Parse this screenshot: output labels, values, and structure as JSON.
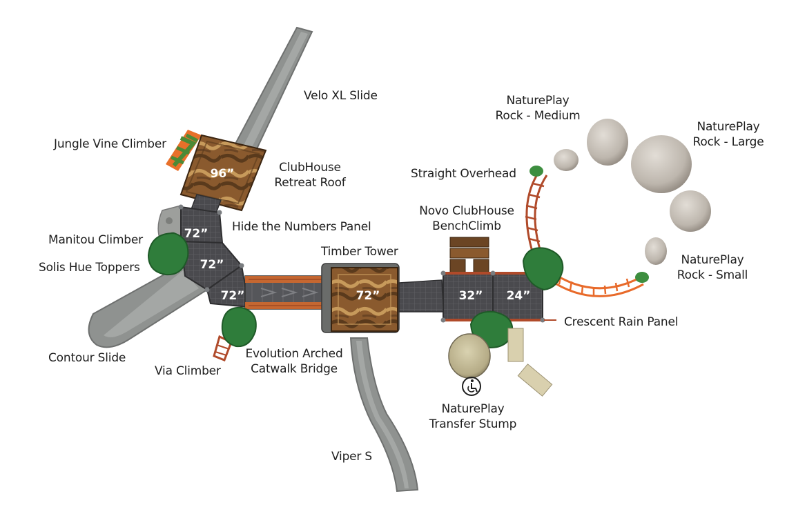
{
  "labels": {
    "velo_xl_slide": "Velo XL Slide",
    "jungle_vine_climber": "Jungle Vine Climber",
    "clubhouse_retreat_roof": [
      "ClubHouse",
      "Retreat Roof"
    ],
    "hide_the_numbers_panel": "Hide the Numbers Panel",
    "manitou_climber": "Manitou Climber",
    "solis_hue_toppers": "Solis Hue Toppers",
    "contour_slide": "Contour Slide",
    "via_climber": "Via Climber",
    "evolution_arched_catwalk_bridge": [
      "Evolution Arched",
      "Catwalk Bridge"
    ],
    "timber_tower": "Timber Tower",
    "viper_s": "Viper S",
    "novo_clubhouse_benchclimb": [
      "Novo ClubHouse",
      "BenchClimb"
    ],
    "straight_overhead": "Straight Overhead",
    "natureplay_rock_medium": [
      "NaturePlay",
      "Rock - Medium"
    ],
    "natureplay_rock_large": [
      "NaturePlay",
      "Rock - Large"
    ],
    "natureplay_rock_small": [
      "NaturePlay",
      "Rock - Small"
    ],
    "crescent_rain_panel": "Crescent Rain Panel",
    "natureplay_transfer_stump": [
      "NaturePlay",
      "Transfer Stump"
    ]
  },
  "heights": {
    "clubhouse_deck": "96”",
    "upper_deck": "72”",
    "middle_deck": "72”",
    "lower_deck": "72”",
    "tower_deck": "72”",
    "deck_a": "32”",
    "deck_b": "24”"
  },
  "icons": {
    "accessibility": "wheelchair-icon"
  },
  "colors": {
    "deck": "#4a4a4e",
    "deck_grid": "#626266",
    "slide": "#8f9290",
    "slide_edge": "#6e706f",
    "roof_brown": "#8a5a2e",
    "roof_dark": "#5a3a1c",
    "roof_tan": "#c79a5b",
    "canopy_green": "#2f7d3b",
    "rail_orange": "#d96a2a",
    "rock": "#c9c3bb"
  }
}
